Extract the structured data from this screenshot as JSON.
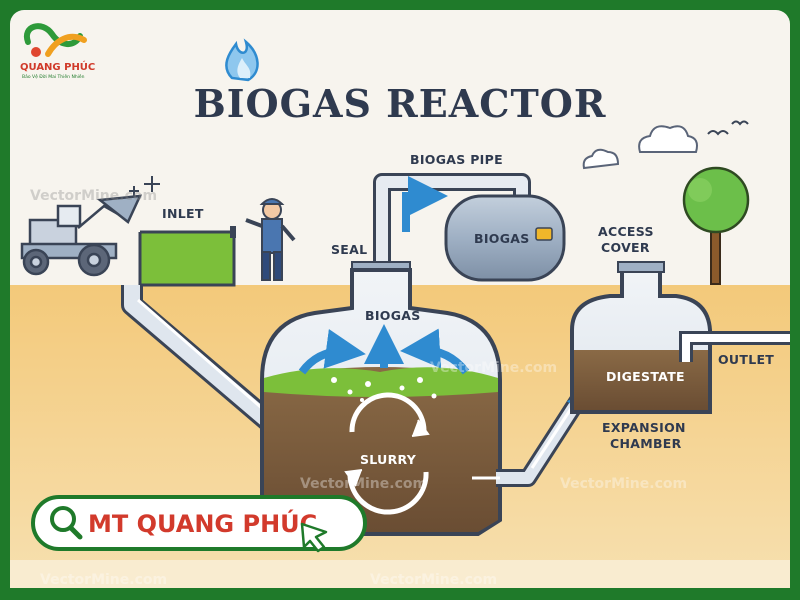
{
  "brand": {
    "name": "QUANG PHÚC",
    "tagline": "Bảo Vệ Đời Mai Thiên Nhiên"
  },
  "title": "BIOGAS REACTOR",
  "labels": {
    "biogas_pipe": "BIOGAS PIPE",
    "inlet": "INLET",
    "seal": "SEAL",
    "biogas_tank": "BIOGAS",
    "biogas_dome": "BIOGAS",
    "slurry": "SLURRY",
    "access_cover_1": "ACCESS",
    "access_cover_2": "COVER",
    "digestate": "DIGESTATE",
    "outlet": "OUTLET",
    "expansion_1": "EXPANSION",
    "expansion_2": "CHAMBER"
  },
  "watermark": "VectorMine.com",
  "search_badge": {
    "text": "MT QUANG PHÚC",
    "icon": "magnifier-icon"
  },
  "colors": {
    "frame": "#1f7a2a",
    "sky": "#f7f4ee",
    "ground": "#f0c476",
    "slurry": "#7a5b3e",
    "grass": "#7cbf3a",
    "steel": "#9fb0c4",
    "accent_blue": "#2f8bd0",
    "badge_text": "#d23a2c"
  }
}
